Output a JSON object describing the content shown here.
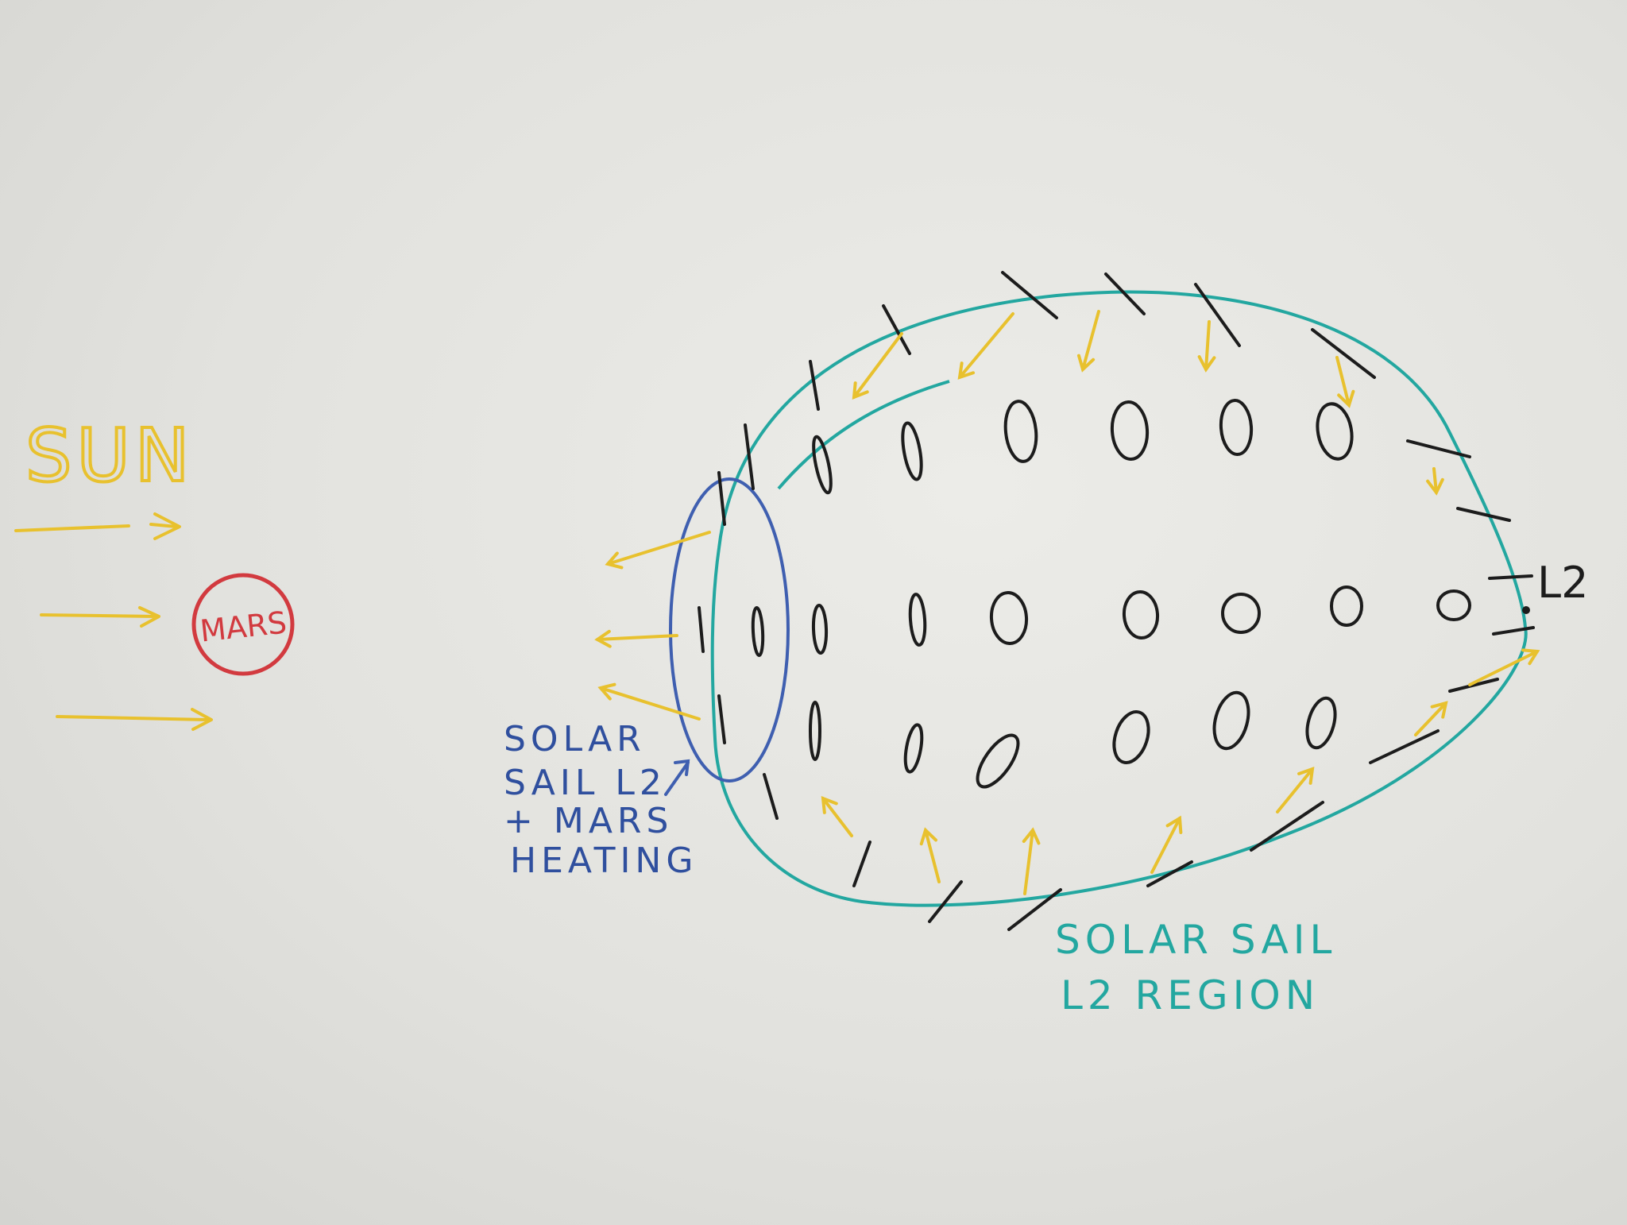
{
  "labels": {
    "sun": "SUN",
    "mars": "MARS",
    "l2": "L2",
    "mars_region_line1": "SOLAR",
    "mars_region_line2": "SAIL L2",
    "mars_region_line3": "+ MARS",
    "mars_region_line4": "HEATING",
    "sail_region_line1": "SOLAR SAIL",
    "sail_region_line2": "L2 REGION"
  },
  "colors": {
    "sun": "#e8c12e",
    "mars": "#d23a3f",
    "mars_region": "#3f5fb0",
    "sail_region": "#23a7a0",
    "ink": "#1c1c1c"
  }
}
